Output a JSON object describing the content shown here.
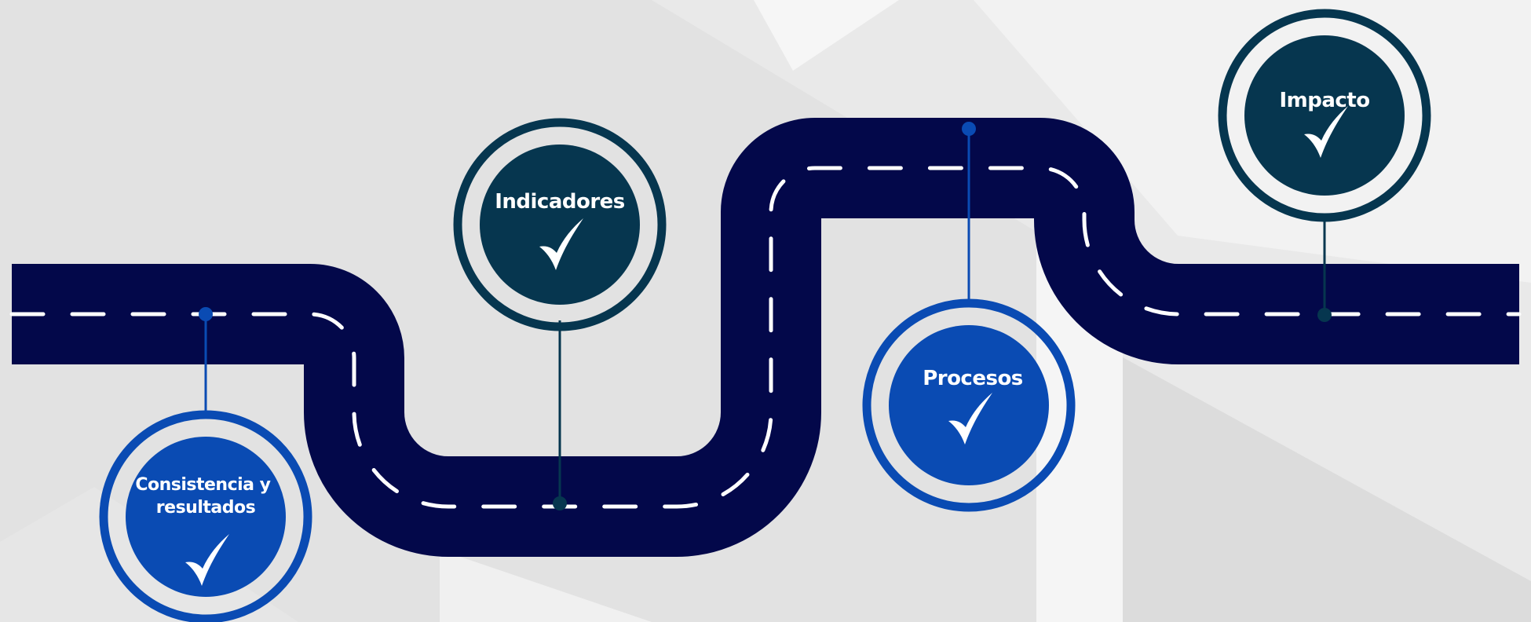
{
  "roadmap": {
    "milestones": [
      {
        "id": "consistencia",
        "label_lines": [
          "Consistencia y",
          "resultados"
        ],
        "color": "#0a4bb3"
      },
      {
        "id": "indicadores",
        "label_lines": [
          "Indicadores"
        ],
        "color": "#06364f"
      },
      {
        "id": "procesos",
        "label_lines": [
          "Procesos"
        ],
        "color": "#0a4bb3"
      },
      {
        "id": "impacto",
        "label_lines": [
          "Impacto"
        ],
        "color": "#06364f"
      }
    ]
  },
  "colors": {
    "road": "#03084a",
    "lane_marking": "#ffffff",
    "background": "#ececec",
    "blue_accent": "#0a4bb3",
    "teal_accent": "#06364f"
  },
  "icons": {
    "milestone_check": "check-mark-icon"
  }
}
